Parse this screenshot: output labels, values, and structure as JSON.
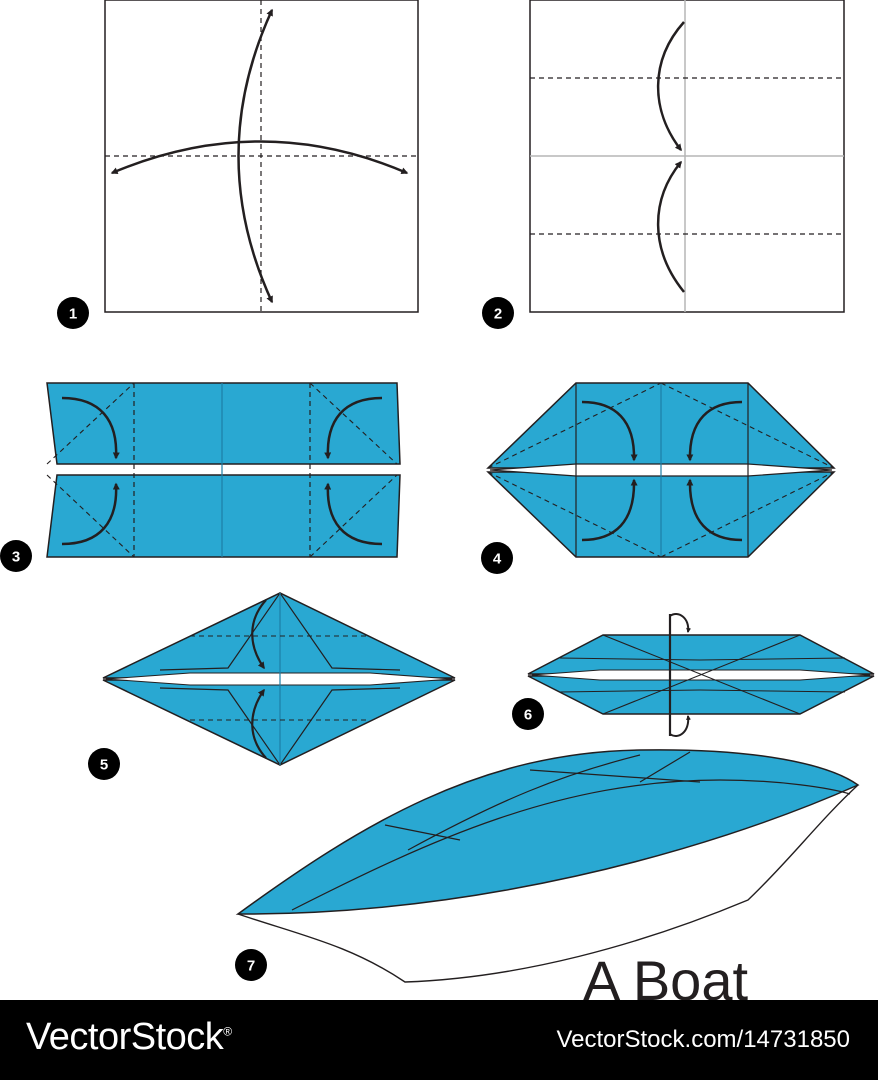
{
  "title": "A Boat",
  "steps": [
    "1",
    "2",
    "3",
    "4",
    "5",
    "6",
    "7"
  ],
  "footer": {
    "brand": "VectorStock",
    "registered": "®",
    "image_id": "VectorStock.com/14731850"
  },
  "colors": {
    "paper_blue": "#29a8d2",
    "outline": "#231f20",
    "background": "#ffffff",
    "footer_bg": "#000000"
  }
}
